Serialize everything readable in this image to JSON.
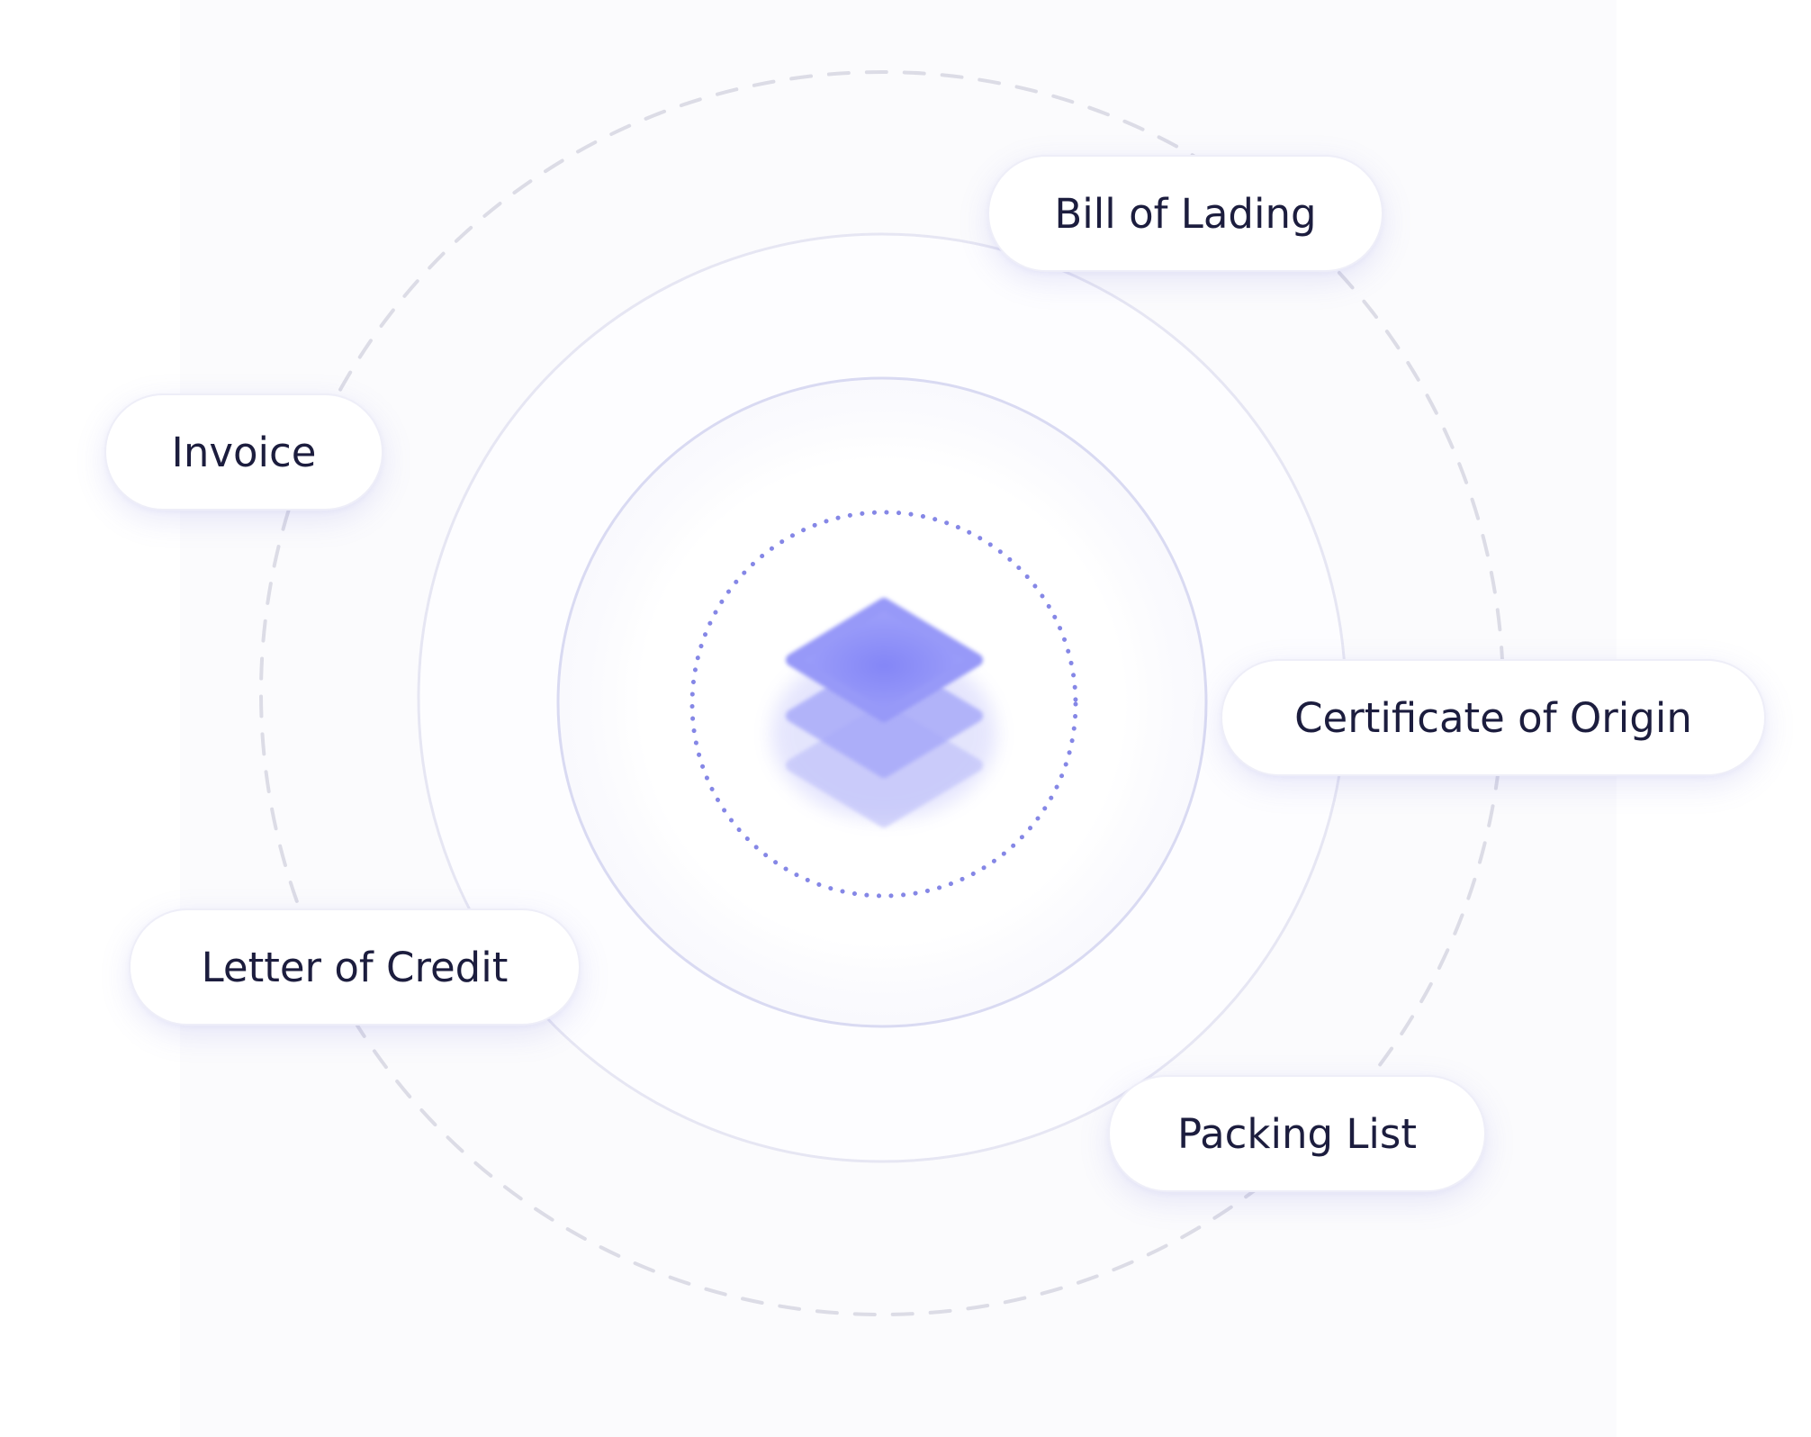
{
  "diagram": {
    "hub": {
      "icon": "stacked-layers-icon",
      "color": "#8a8cf6"
    },
    "documents": [
      {
        "id": "bill",
        "label": "Bill of Lading"
      },
      {
        "id": "invoice",
        "label": "Invoice"
      },
      {
        "id": "cert",
        "label": "Certificate of Origin"
      },
      {
        "id": "letter",
        "label": "Letter of Credit"
      },
      {
        "id": "packing",
        "label": "Packing List"
      }
    ]
  },
  "colors": {
    "pill_text": "#1c1d3e",
    "pill_background": "#ffffff",
    "ring_stroke": "#d9daf2",
    "dotted_ring": "#8587e6",
    "dashed_ring": "#dcdce6",
    "accent": "#8a8cf6"
  }
}
